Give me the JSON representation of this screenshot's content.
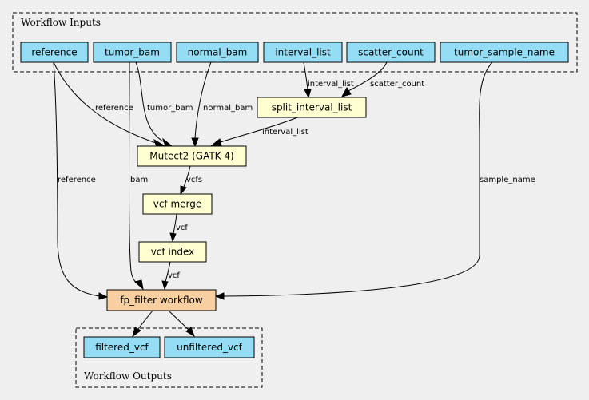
{
  "colors": {
    "background": "#efefef",
    "input_output": "#94ddf4",
    "task": "#ffffd2",
    "workflow": "#f7cfa1"
  },
  "clusters": {
    "inputs": "Workflow Inputs",
    "outputs": "Workflow Outputs"
  },
  "nodes": {
    "reference": "reference",
    "tumor_bam": "tumor_bam",
    "normal_bam": "normal_bam",
    "interval_list": "interval_list",
    "scatter_count": "scatter_count",
    "tumor_sample_name": "tumor_sample_name",
    "split_interval_list": "split_interval_list",
    "mutect2": "Mutect2 (GATK 4)",
    "vcf_merge": "vcf merge",
    "vcf_index": "vcf index",
    "fp_filter": "fp_filter workflow",
    "filtered_vcf": "filtered_vcf",
    "unfiltered_vcf": "unfiltered_vcf"
  },
  "edge_labels": {
    "interval_list_to_split": "interval_list",
    "scatter_count_to_split": "scatter_count",
    "reference_to_mutect": "reference",
    "tumor_bam_to_mutect": "tumor_bam",
    "normal_bam_to_mutect": "normal_bam",
    "split_to_mutect": "interval_list",
    "reference_to_filter": "reference",
    "tumor_bam_to_filter": "bam",
    "sample_name_to_filter": "sample_name",
    "mutect_to_merge": "vcfs",
    "merge_to_index": "vcf",
    "index_to_filter": "vcf"
  }
}
